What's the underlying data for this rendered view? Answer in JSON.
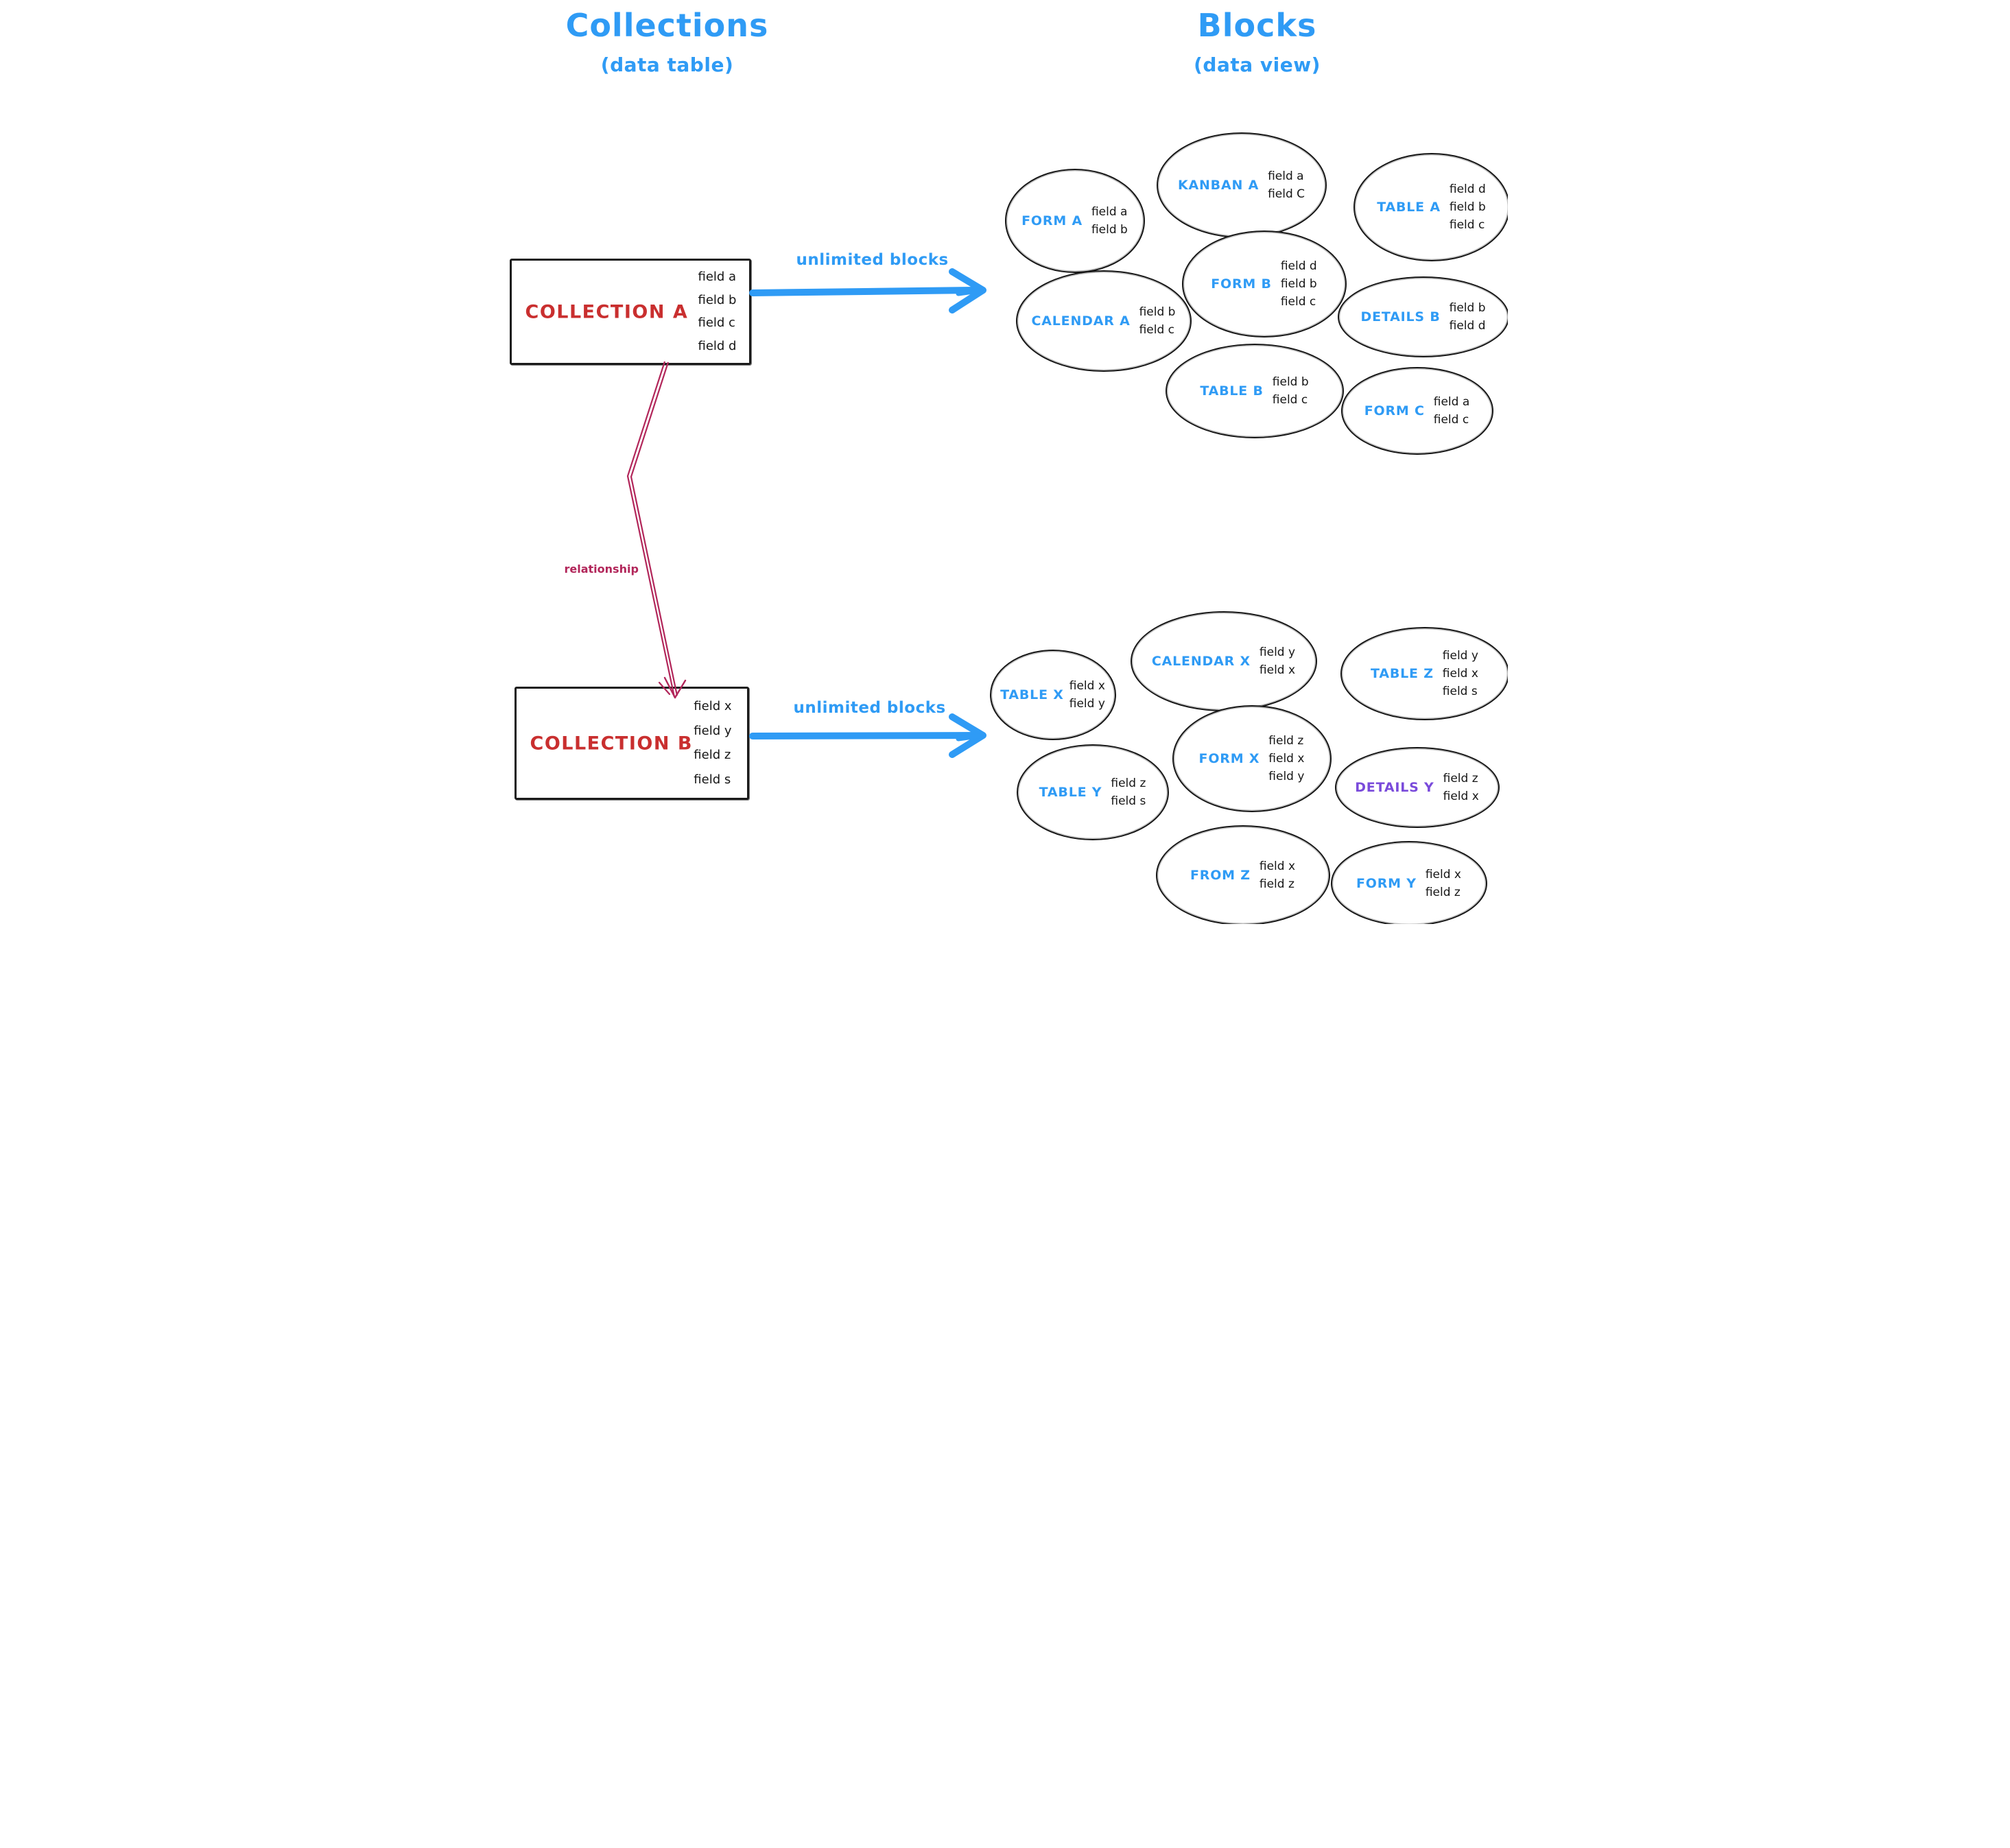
{
  "left_column": {
    "title": "Collections",
    "subtitle": "(data table)",
    "collections": [
      {
        "name": "COLLECTION A",
        "fields": [
          "field a",
          "field b",
          "field c",
          "field d"
        ]
      },
      {
        "name": "COLLECTION B",
        "fields": [
          "field x",
          "field y",
          "field z",
          "field s"
        ]
      }
    ]
  },
  "right_column": {
    "title": "Blocks",
    "subtitle": "(data view)"
  },
  "arrows": {
    "collection_a_arrow_label": "unlimited blocks",
    "collection_b_arrow_label": "unlimited blocks",
    "relationship_label": "relationship"
  },
  "blocks_a": [
    {
      "name": "FORM A",
      "fields": [
        "field a",
        "field b"
      ]
    },
    {
      "name": "KANBAN A",
      "fields": [
        "field a",
        "field C"
      ]
    },
    {
      "name": "TABLE A",
      "fields": [
        "field d",
        "field b",
        "field c"
      ]
    },
    {
      "name": "FORM B",
      "fields": [
        "field d",
        "field b",
        "field c"
      ]
    },
    {
      "name": "CALENDAR A",
      "fields": [
        "field b",
        "field c"
      ]
    },
    {
      "name": "DETAILS B",
      "fields": [
        "field b",
        "field d"
      ]
    },
    {
      "name": "TABLE B",
      "fields": [
        "field b",
        "field c"
      ]
    },
    {
      "name": "FORM C",
      "fields": [
        "field a",
        "field c"
      ]
    }
  ],
  "blocks_b": [
    {
      "name": "TABLE X",
      "fields": [
        "field x",
        "field y"
      ]
    },
    {
      "name": "CALENDAR X",
      "fields": [
        "field y",
        "field x"
      ]
    },
    {
      "name": "TABLE Z",
      "fields": [
        "field y",
        "field x",
        "field s"
      ]
    },
    {
      "name": "FORM X",
      "fields": [
        "field z",
        "field x",
        "field y"
      ]
    },
    {
      "name": "TABLE Y",
      "fields": [
        "field z",
        "field s"
      ]
    },
    {
      "name": "DETAILS Y",
      "fields": [
        "field z",
        "field x"
      ]
    },
    {
      "name": "FROM Z",
      "fields": [
        "field x",
        "field z"
      ]
    },
    {
      "name": "FORM Y",
      "fields": [
        "field x",
        "field z"
      ]
    }
  ],
  "colors": {
    "accent_blue": "#2f9bf5",
    "collection_red": "#c92f2f",
    "relationship_crimson": "#b2265a",
    "details_purple": "#7a4bdb",
    "ink": "#161616"
  }
}
